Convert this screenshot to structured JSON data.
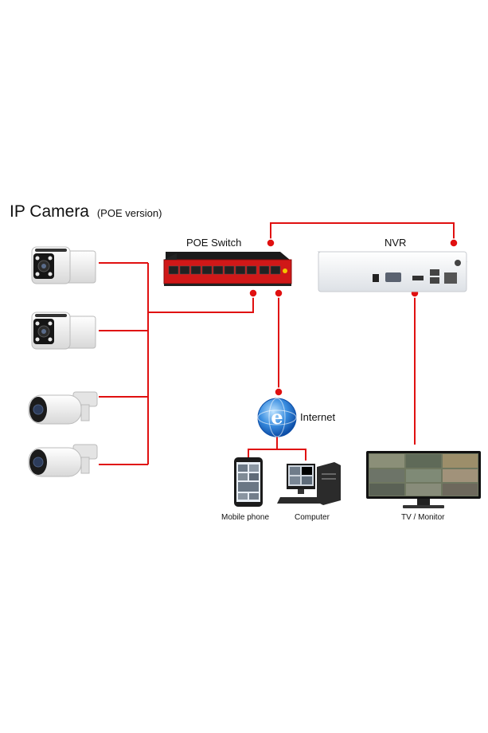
{
  "title": {
    "main": "IP Camera",
    "sub": "(POE version)"
  },
  "labels": {
    "poe_switch": "POE Switch",
    "nvr": "NVR",
    "internet": "Internet",
    "mobile_phone": "Mobile phone",
    "computer": "Computer",
    "tv_monitor": "TV / Monitor"
  },
  "colors": {
    "link": "#e01010",
    "switch_body": "#d01818",
    "switch_top": "#1a1a1a",
    "nvr_body": "#eef0f3",
    "camera_body": "#f2f2f2"
  },
  "icons": [
    "bullet-camera-icon",
    "poe-switch-icon",
    "nvr-icon",
    "globe-icon",
    "phone-icon",
    "computer-icon",
    "monitor-icon"
  ]
}
